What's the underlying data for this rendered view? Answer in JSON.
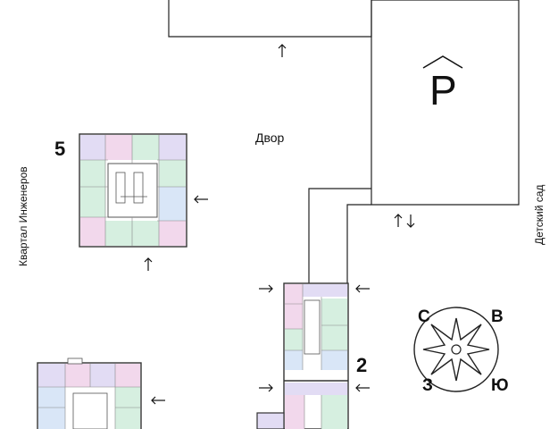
{
  "labels": {
    "yard": "Двор",
    "building_5": "5",
    "building_2": "2",
    "quarter": "Квартал Инженеров",
    "kindergarten": "Детский сад",
    "parking": "P"
  },
  "compass": {
    "north": "С",
    "east": "В",
    "west": "З",
    "south": "Ю"
  },
  "colors": {
    "outline": "#222222",
    "apt_pink": "#f2d8ec",
    "apt_green": "#d6efe0",
    "apt_blue": "#d9e6f7",
    "apt_purple": "#e2dcf4"
  }
}
